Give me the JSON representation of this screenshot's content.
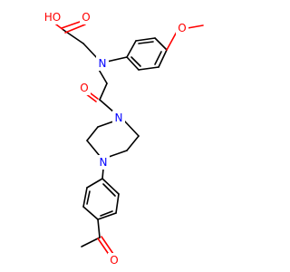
{
  "molecule": {
    "colors": {
      "bond": "#000000",
      "oxygen": "#ff0000",
      "nitrogen": "#0000ff"
    },
    "atoms": {
      "hydroxyl": {
        "label": "HO",
        "element": "O"
      },
      "acid_carbonyl_o": {
        "label": "O",
        "element": "O"
      },
      "amine_n": {
        "label": "N",
        "element": "N"
      },
      "methoxy_o": {
        "label": "O",
        "element": "O"
      },
      "amide_o": {
        "label": "O",
        "element": "O"
      },
      "piperazine_n1": {
        "label": "N",
        "element": "N"
      },
      "piperazine_n4": {
        "label": "N",
        "element": "N"
      },
      "ketone_o": {
        "label": "O",
        "element": "O"
      }
    }
  }
}
